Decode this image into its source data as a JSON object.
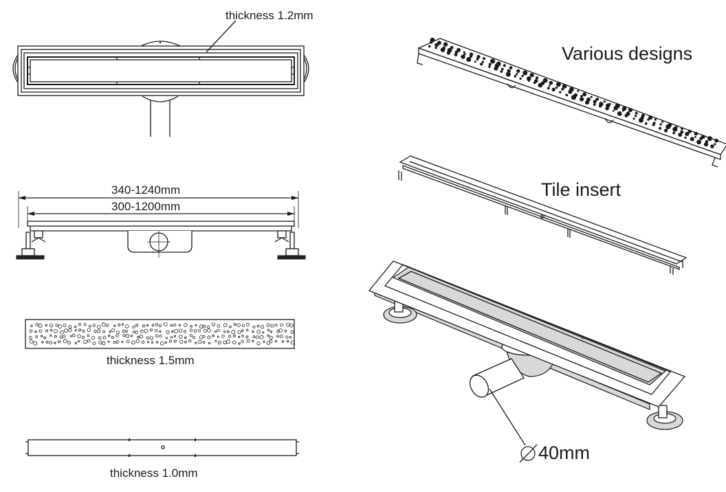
{
  "labels": {
    "thickness_frame": "thickness 1.2mm",
    "length_outer": "340-1240mm",
    "length_inner": "300-1200mm",
    "thickness_grate": "thickness 1.5mm",
    "thickness_insert": "thickness 1.0mm",
    "various_designs": "Various designs",
    "tile_insert": "Tile insert",
    "outlet_diameter": "40mm"
  },
  "icons": {
    "diameter": "diameter-symbol"
  }
}
